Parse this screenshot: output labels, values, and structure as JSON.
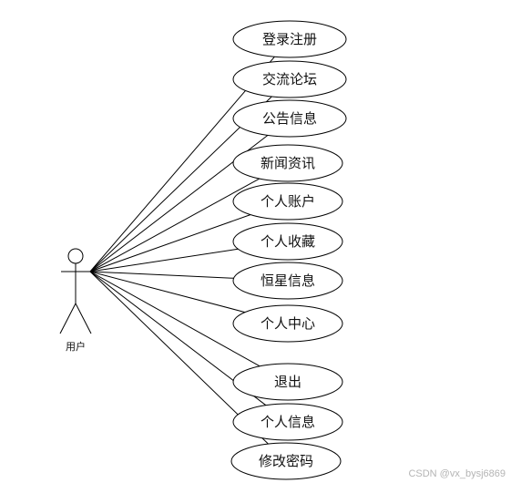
{
  "diagram": {
    "actor": {
      "name": "用户",
      "icon": "stick-figure-actor-icon"
    },
    "use_cases": [
      {
        "id": "login-register",
        "label": "登录注册"
      },
      {
        "id": "forum",
        "label": "交流论坛"
      },
      {
        "id": "announcement",
        "label": "公告信息"
      },
      {
        "id": "news",
        "label": "新闻资讯"
      },
      {
        "id": "account",
        "label": "个人账户"
      },
      {
        "id": "favorites",
        "label": "个人收藏"
      },
      {
        "id": "star-info",
        "label": "恒星信息"
      },
      {
        "id": "personal-center",
        "label": "个人中心"
      },
      {
        "id": "logout",
        "label": "退出"
      },
      {
        "id": "personal-info",
        "label": "个人信息"
      },
      {
        "id": "change-password",
        "label": "修改密码"
      }
    ],
    "associations": [
      [
        "用户",
        "登录注册"
      ],
      [
        "用户",
        "交流论坛"
      ],
      [
        "用户",
        "公告信息"
      ],
      [
        "用户",
        "新闻资讯"
      ],
      [
        "用户",
        "个人账户"
      ],
      [
        "用户",
        "个人收藏"
      ],
      [
        "用户",
        "恒星信息"
      ],
      [
        "用户",
        "个人中心"
      ],
      [
        "用户",
        "退出"
      ],
      [
        "用户",
        "个人信息"
      ],
      [
        "用户",
        "修改密码"
      ]
    ],
    "line_color": "#000000",
    "shape_fill": "#ffffff"
  },
  "watermark": "CSDN @vx_bysj6869"
}
